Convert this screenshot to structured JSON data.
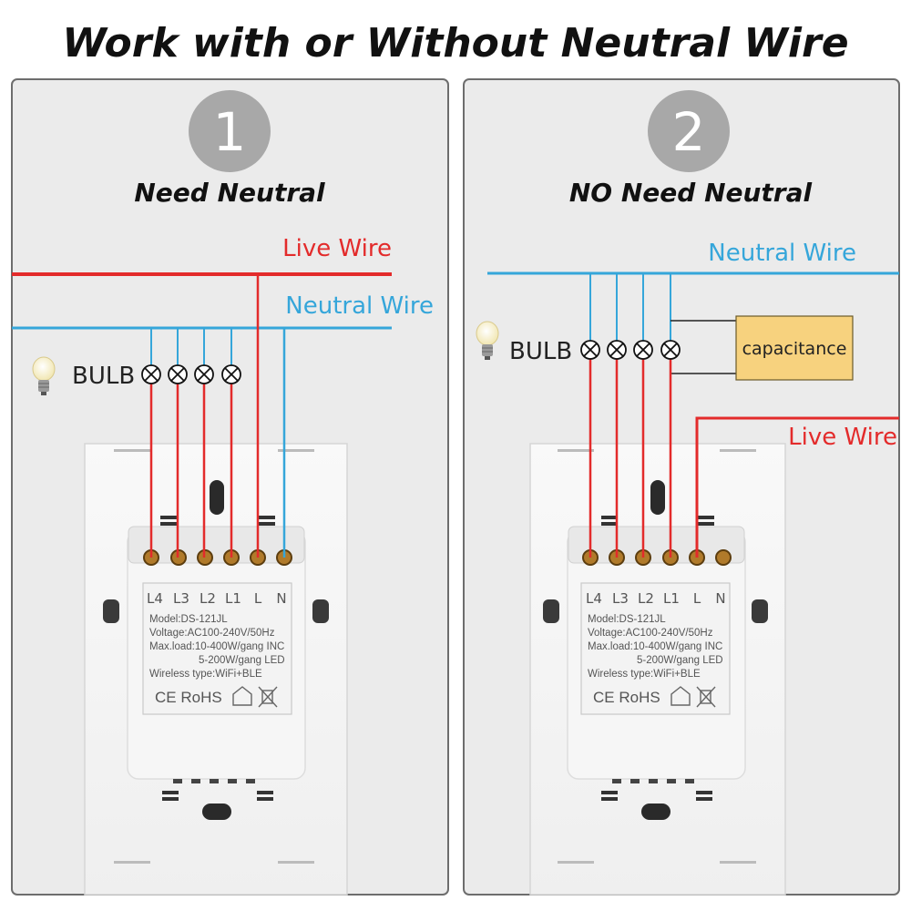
{
  "title": "Work with or Without Neutral Wire",
  "colors": {
    "live": "#e32b2b",
    "neutral": "#35a6da",
    "panel_bg": "#ebebeb",
    "badge": "#a8a8a8",
    "cap_fill": "#f7d27e"
  },
  "panels": [
    {
      "number": "1",
      "heading": "Need Neutral",
      "live_label": "Live Wire",
      "neutral_label": "Neutral Wire",
      "bulb_label": "BULB",
      "terminals": [
        "L4",
        "L3",
        "L2",
        "L1",
        "L",
        "N"
      ],
      "spec": {
        "model": "Model:DS-121JL",
        "voltage": "Voltage:AC100-240V/50Hz",
        "maxload": "Max.load:10-400W/gang  INC",
        "maxload2": "5-200W/gang  LED",
        "wireless": "Wireless type:WiFi+BLE",
        "certs": "CE RoHS"
      }
    },
    {
      "number": "2",
      "heading": "NO Need Neutral",
      "neutral_label": "Neutral Wire",
      "live_label": "Live Wire",
      "capacitance_label": "capacitance",
      "bulb_label": "BULB",
      "terminals": [
        "L4",
        "L3",
        "L2",
        "L1",
        "L",
        "N"
      ],
      "spec": {
        "model": "Model:DS-121JL",
        "voltage": "Voltage:AC100-240V/50Hz",
        "maxload": "Max.load:10-400W/gang  INC",
        "maxload2": "5-200W/gang  LED",
        "wireless": "Wireless type:WiFi+BLE",
        "certs": "CE RoHS"
      }
    }
  ]
}
